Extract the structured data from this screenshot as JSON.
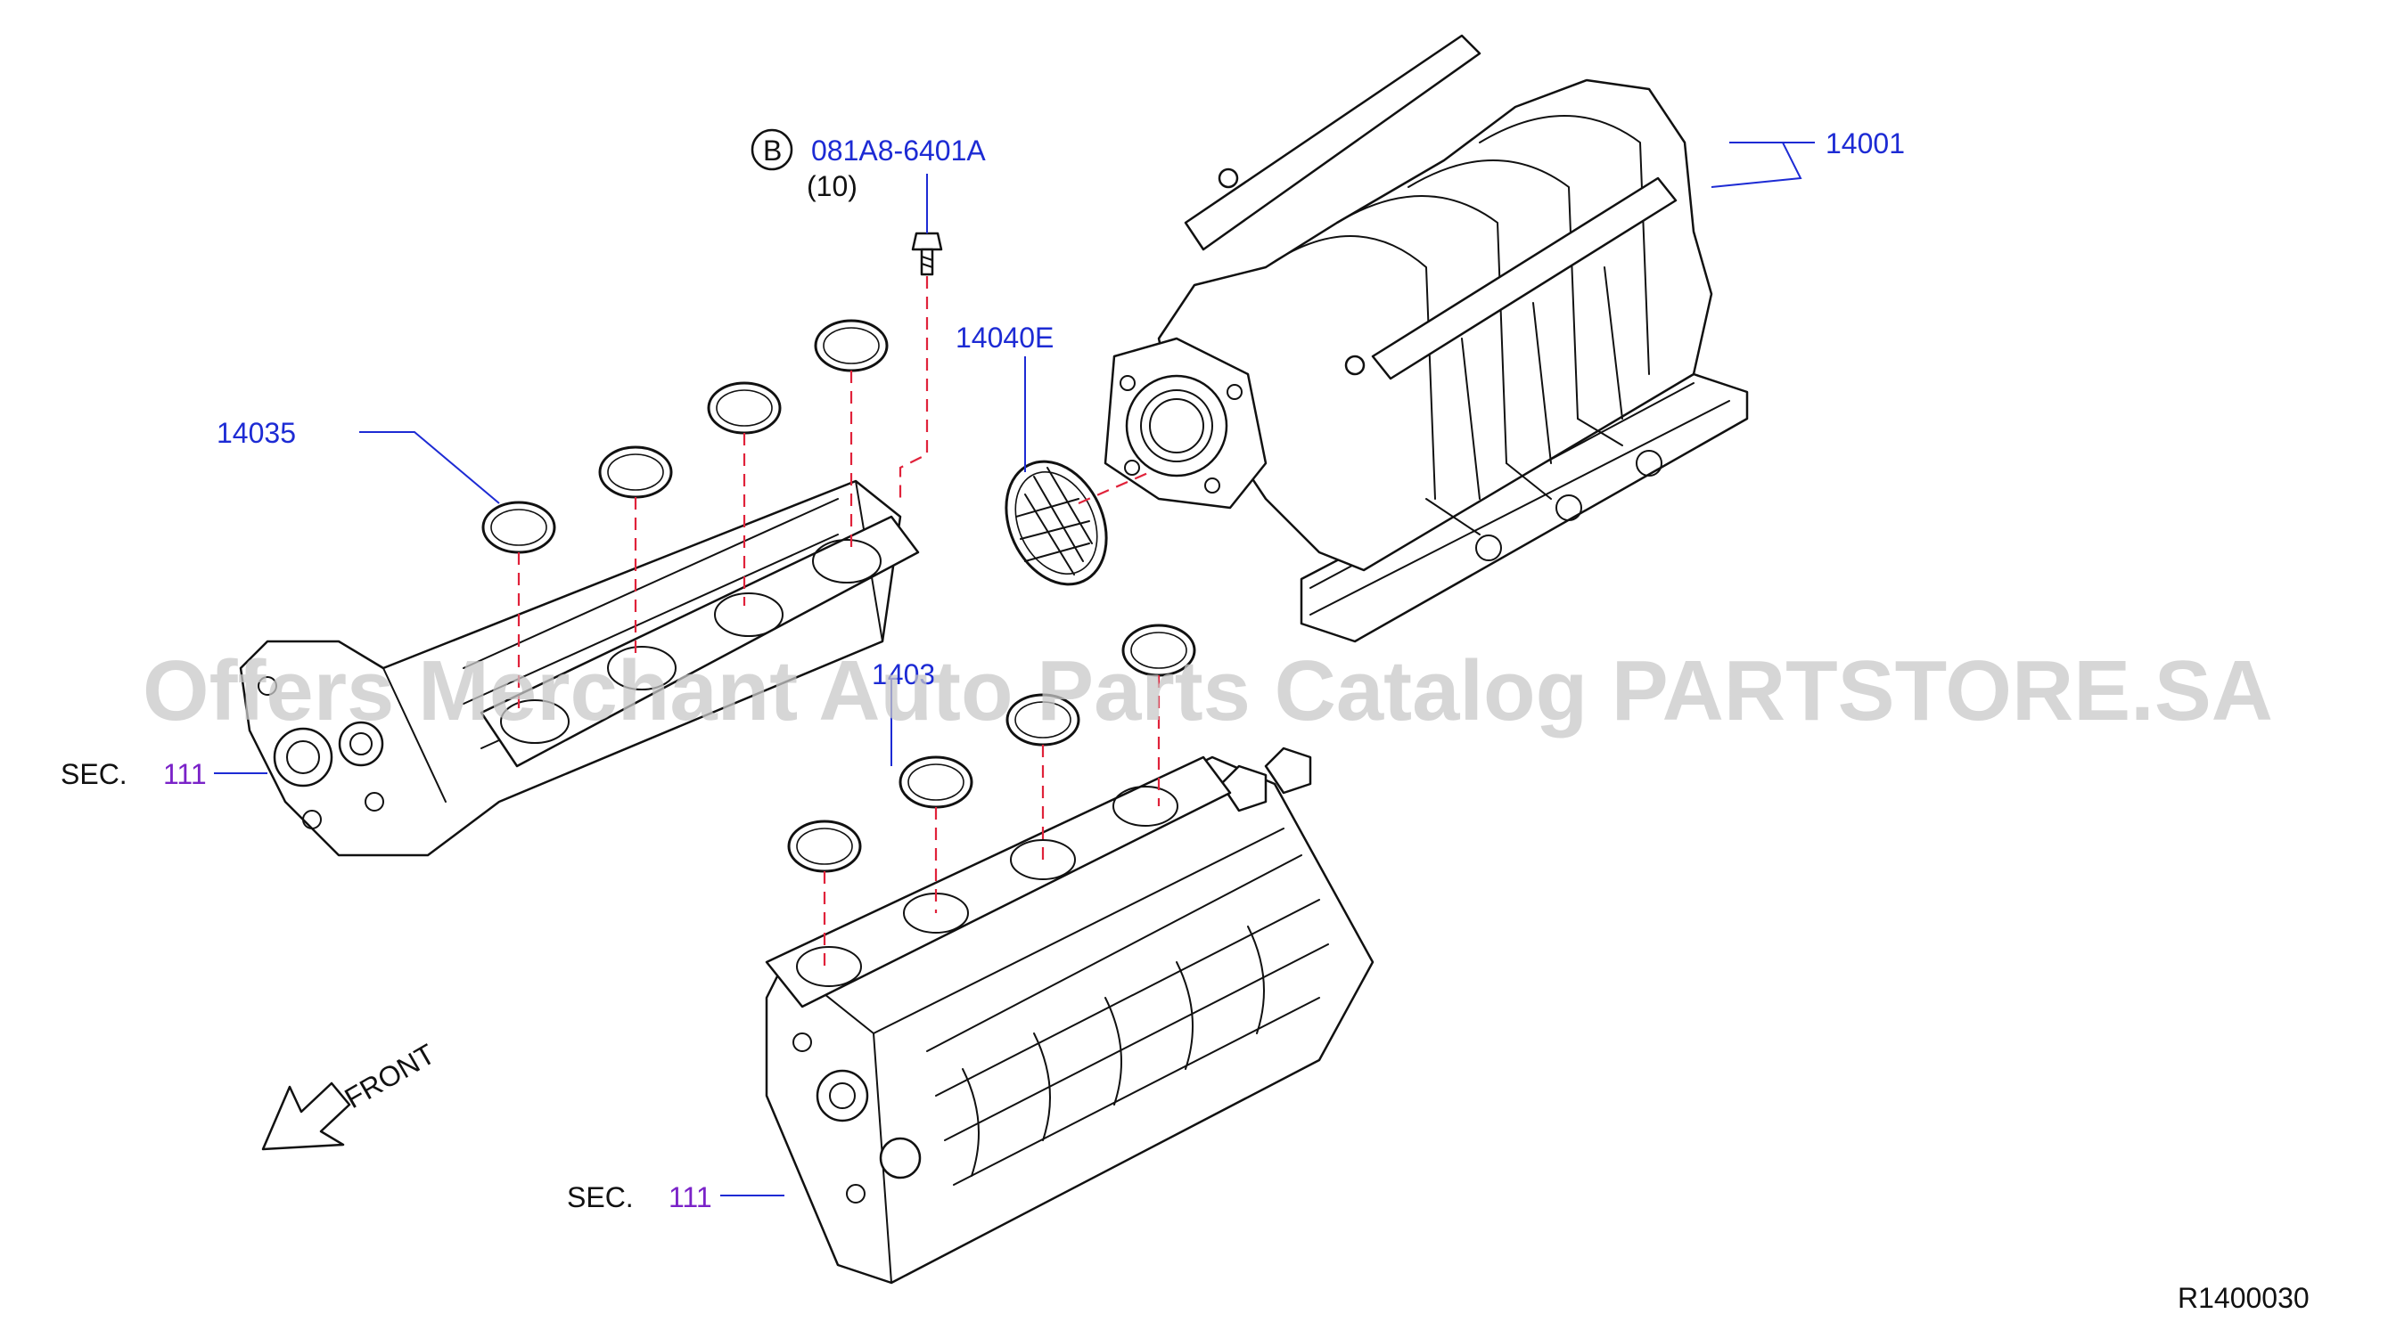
{
  "callouts": {
    "intake_manifold": "14001",
    "manifold_gasket_left": "14035",
    "manifold_gasket_right": "1403",
    "throttle_gasket": "14040E",
    "bolt_part": "081A8-6401A",
    "bolt_qty": "(10)",
    "bolt_marker": "B"
  },
  "sections": {
    "left_prefix": "SEC.",
    "left_number": "111",
    "right_prefix": "SEC.",
    "right_number": "111"
  },
  "front_label": "FRONT",
  "figure_id": "R1400030",
  "watermark": "Offers Merchant Auto Parts Catalog PARTSTORE.SA",
  "colors": {
    "callout": "#1d2bd4",
    "section_ref": "#7a22c8",
    "dashed_guide": "#e0223a"
  }
}
